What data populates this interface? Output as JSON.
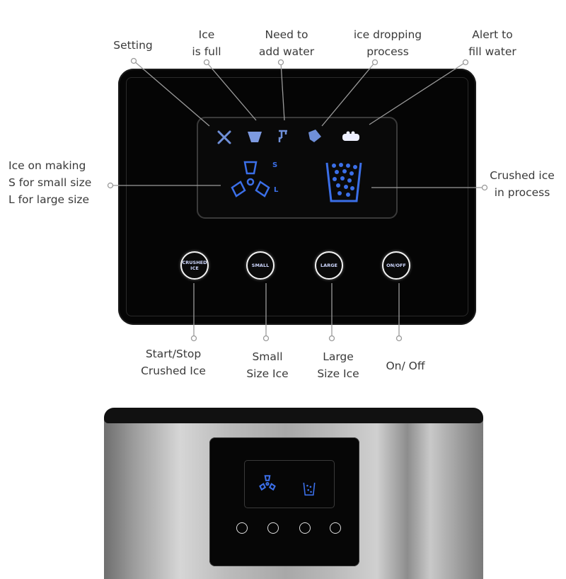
{
  "callouts": {
    "setting": "Setting",
    "ice_full": "Ice\nis full",
    "need_water": "Need to\nadd water",
    "ice_dropping": "ice dropping\nprocess",
    "alert_fill": "Alert to\nfill water",
    "ice_making": "Ice on making\nS for small size\nL for large size",
    "crushed_process": "Crushed ice\nin process",
    "start_stop": "Start/Stop\nCrushed Ice",
    "small_size": "Small\nSize Ice",
    "large_size": "Large\nSize Ice",
    "on_off": "On/ Off"
  },
  "display": {
    "size_s": "S",
    "size_l": "L",
    "icons": [
      "settings-icon",
      "ice-full-icon",
      "water-tap-icon",
      "ice-dropping-icon",
      "fill-water-alert-icon",
      "ice-making-icon",
      "crushed-ice-cup-icon"
    ],
    "icon_color": "#3b6fe8"
  },
  "buttons": {
    "crushed": "CRUSHED ICE",
    "small": "SMALL",
    "large": "LARGE",
    "onoff": "ON/OFF"
  }
}
